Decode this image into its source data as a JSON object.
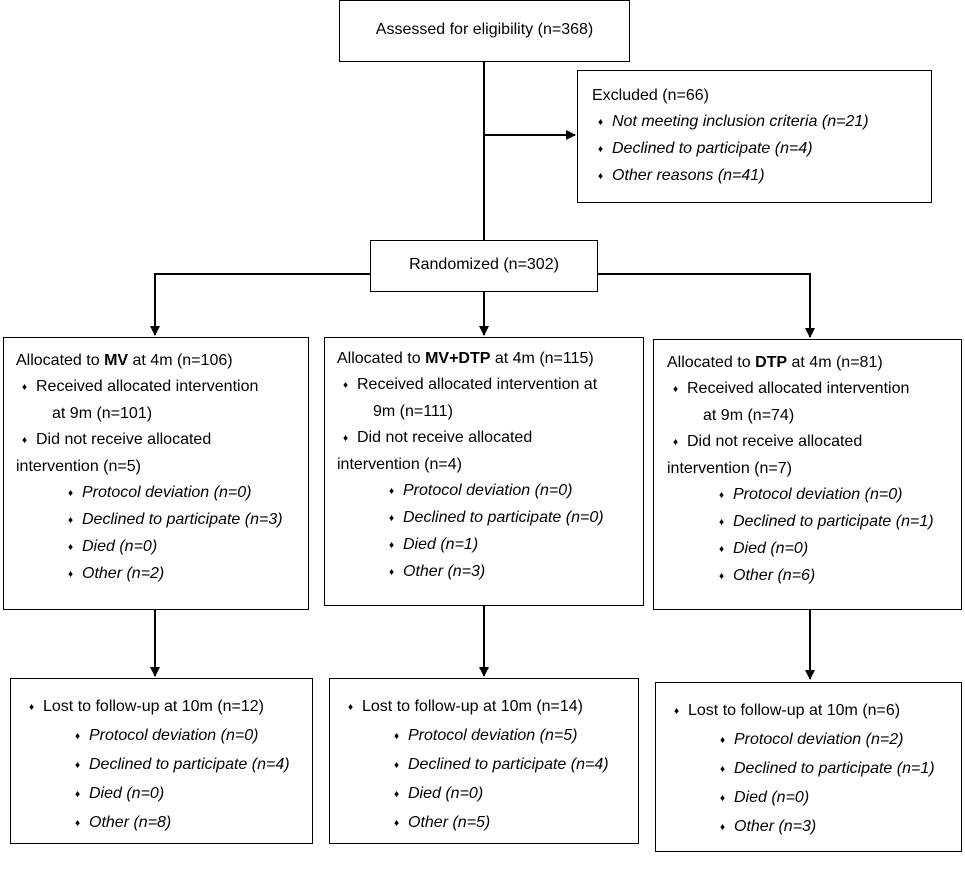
{
  "assessed": "Assessed for eligibility (n=368)",
  "excluded": {
    "title": "Excluded (n=66)",
    "items": [
      "Not meeting inclusion criteria (n=21)",
      "Declined to participate (n=4)",
      "Other reasons (n=41)"
    ]
  },
  "randomized": "Randomized (n=302)",
  "bullet": "♦",
  "arms": [
    {
      "alloc_prefix": "Allocated to ",
      "alloc_bold": "MV",
      "alloc_suffix": " at 4m (n=106)",
      "received_1": "Received allocated intervention",
      "received_2": "at 9m (n=101)",
      "not_received_1": "Did not receive allocated",
      "not_received_2": "intervention (n=5)",
      "reasons": [
        "Protocol deviation (n=0)",
        "Declined to participate (n=3)",
        "Died (n=0)",
        "Other (n=2)"
      ],
      "lost": "Lost to follow-up at 10m (n=12)",
      "lost_reasons": [
        "Protocol deviation (n=0)",
        "Declined to participate (n=4)",
        "Died (n=0)",
        "Other (n=8)"
      ]
    },
    {
      "alloc_prefix": "Allocated to ",
      "alloc_bold": "MV+DTP",
      "alloc_suffix": " at 4m (n=115)",
      "received_1": "Received allocated intervention at",
      "received_2": "9m (n=111)",
      "not_received_1": "Did not receive allocated",
      "not_received_2": "intervention (n=4)",
      "reasons": [
        "Protocol deviation (n=0)",
        "Declined to participate (n=0)",
        "Died (n=1)",
        "Other (n=3)"
      ],
      "lost": "Lost to follow-up at 10m (n=14)",
      "lost_reasons": [
        "Protocol deviation (n=5)",
        "Declined to participate (n=4)",
        "Died (n=0)",
        "Other (n=5)"
      ]
    },
    {
      "alloc_prefix": "Allocated to ",
      "alloc_bold": "DTP",
      "alloc_suffix": " at 4m (n=81)",
      "received_1": "Received allocated intervention",
      "received_2": "at 9m (n=74)",
      "not_received_1": "Did not receive allocated",
      "not_received_2": "intervention (n=7)",
      "reasons": [
        "Protocol deviation (n=0)",
        "Declined to participate (n=1)",
        "Died (n=0)",
        "Other (n=6)"
      ],
      "lost": "Lost to follow-up at 10m (n=6)",
      "lost_reasons": [
        "Protocol deviation (n=2)",
        "Declined to participate (n=1)",
        "Died (n=0)",
        "Other (n=3)"
      ]
    }
  ]
}
